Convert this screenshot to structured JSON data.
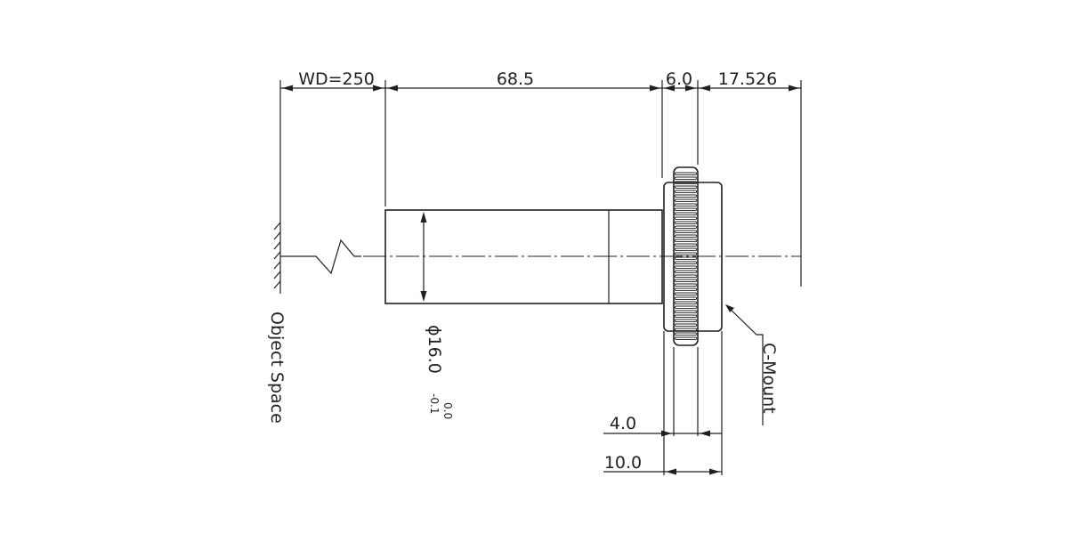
{
  "dimensions": {
    "wd": "WD=250",
    "length": "68.5",
    "mount_width": "6.0",
    "back_focal": "17.526",
    "diameter": "ϕ16.0",
    "tol_upper": "0.0",
    "tol_lower": "-0.1",
    "thread_width": "4.0",
    "flange_width": "10.0"
  },
  "labels": {
    "object_space": "Object  Space",
    "mount": "C-Mount"
  },
  "colors": {
    "line": "#231f20",
    "background": "#ffffff"
  }
}
